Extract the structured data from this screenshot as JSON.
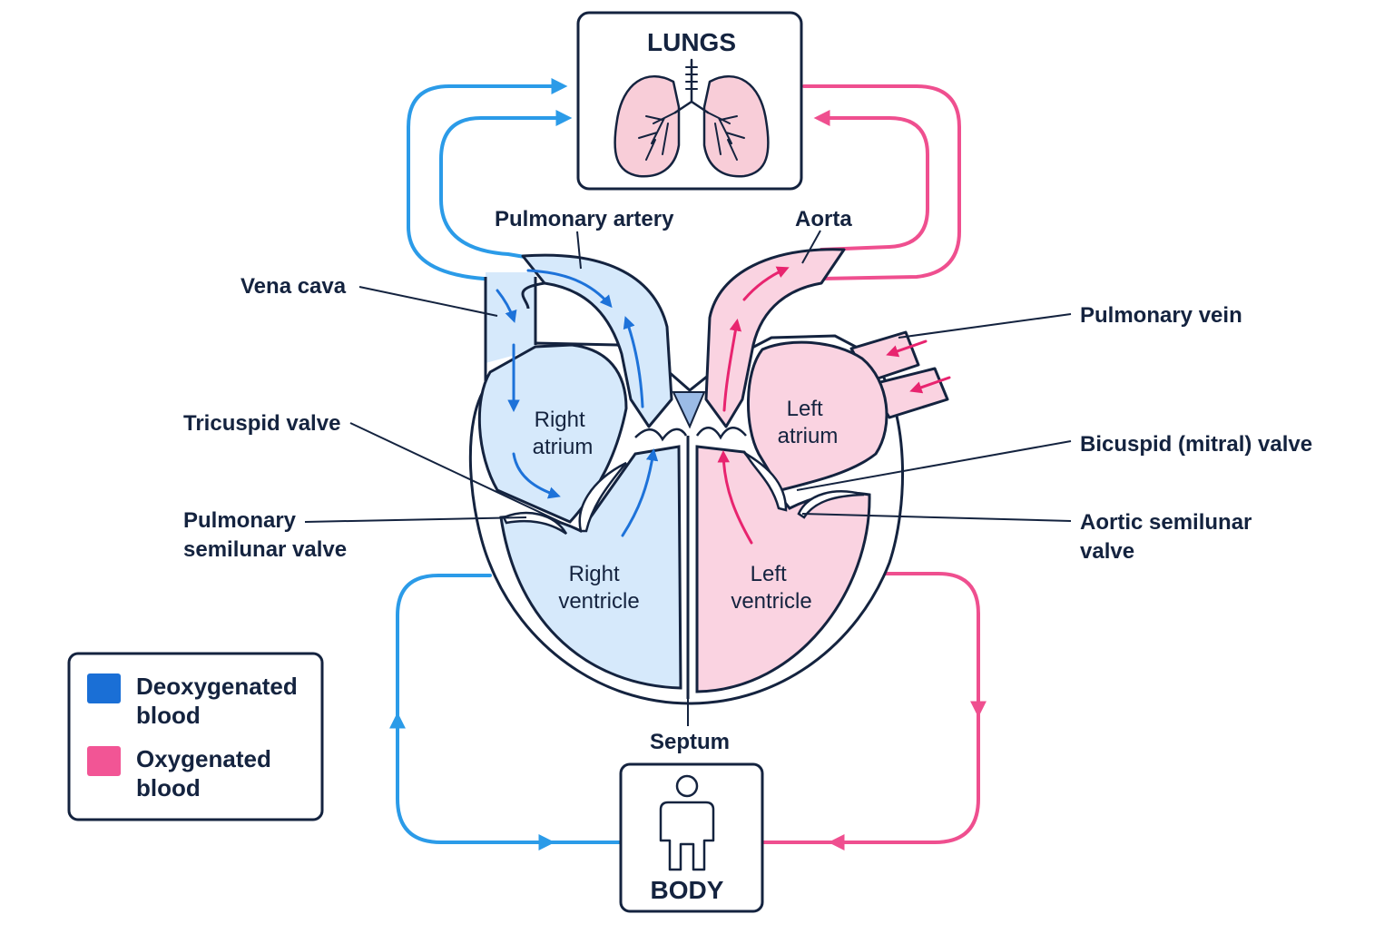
{
  "boxes": {
    "lungs": "LUNGS",
    "body": "BODY"
  },
  "labels": {
    "pulmonary_artery": "Pulmonary artery",
    "aorta": "Aorta",
    "vena_cava": "Vena cava",
    "pulmonary_vein": "Pulmonary vein",
    "tricuspid_valve": "Tricuspid valve",
    "bicuspid_valve": "Bicuspid (mitral) valve",
    "pulmonary_semilunar_valve": [
      "Pulmonary",
      "semilunar valve"
    ],
    "aortic_semilunar_valve": [
      "Aortic semilunar",
      "valve"
    ],
    "septum": "Septum"
  },
  "chambers": {
    "right_atrium": [
      "Right",
      "atrium"
    ],
    "left_atrium": [
      "Left",
      "atrium"
    ],
    "right_ventricle": [
      "Right",
      "ventricle"
    ],
    "left_ventricle": [
      "Left",
      "ventricle"
    ]
  },
  "legend": {
    "deoxygenated": [
      "Deoxygenated",
      "blood"
    ],
    "oxygenated": [
      "Oxygenated",
      "blood"
    ]
  },
  "colors": {
    "deoxy_line": "#2b9be8",
    "deoxy_fill": "#d6e9fb",
    "deoxy_arrow": "#1d72d9",
    "deoxy_legend": "#1a6fd6",
    "oxy_line": "#ef4f8f",
    "oxy_fill": "#fad3e1",
    "oxy_arrow": "#e8246f",
    "oxy_legend": "#f25595",
    "outline": "#14233f"
  },
  "icons": [
    "lungs-icon",
    "person-icon"
  ]
}
